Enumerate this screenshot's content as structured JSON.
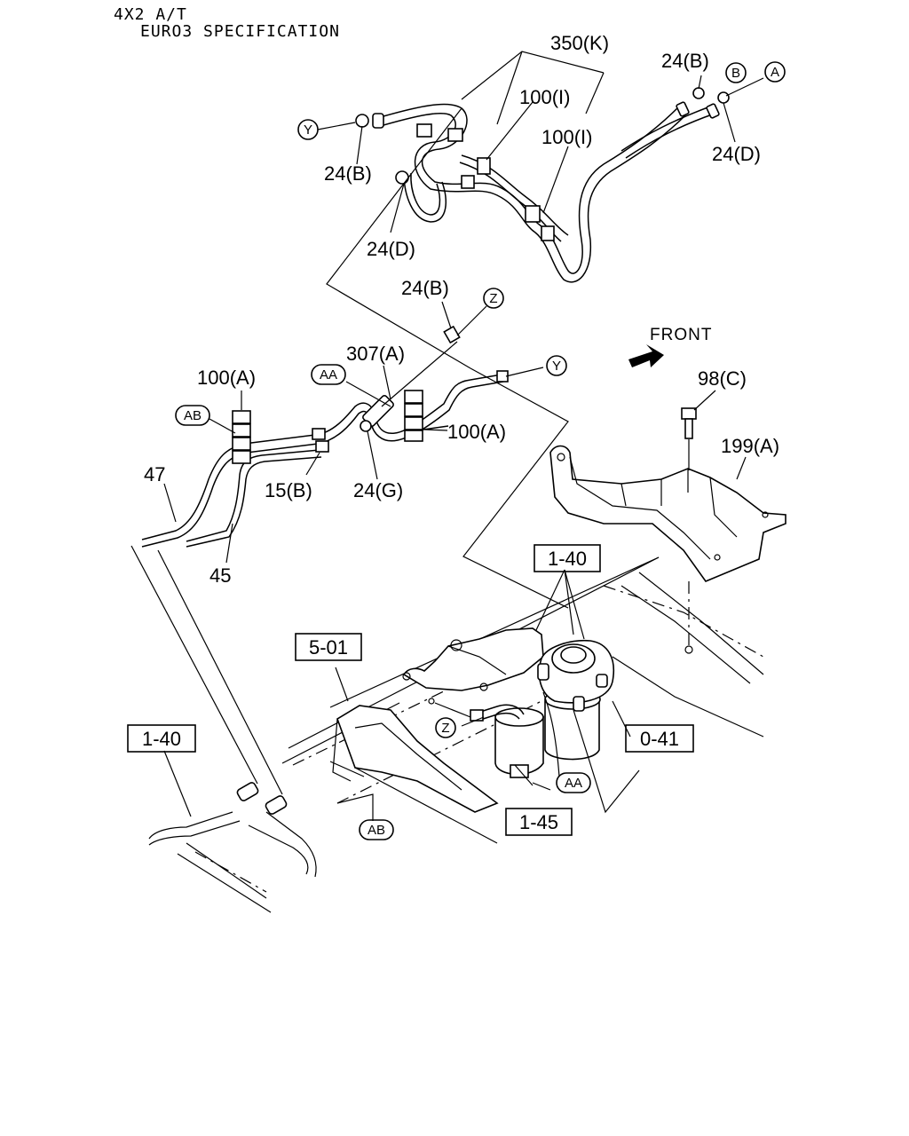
{
  "header": {
    "line1": "4X2 A/T",
    "line2": "EURO3 SPECIFICATION"
  },
  "direction": {
    "label": "FRONT"
  },
  "callouts": {
    "c350k": "350(K)",
    "c100i_a": "100(I)",
    "c100i_b": "100(I)",
    "c24b_top": "24(B)",
    "c24d_right": "24(D)",
    "c24b_left": "24(B)",
    "c24d_left": "24(D)",
    "c24b_mid": "24(B)",
    "c307a": "307(A)",
    "c100a_left": "100(A)",
    "c100a_right": "100(A)",
    "c15b": "15(B)",
    "c24g": "24(G)",
    "c47": "47",
    "c45": "45",
    "c98c": "98(C)",
    "c199a": "199(A)"
  },
  "ref_boxes": {
    "r140_top": "1-40",
    "r501": "5-01",
    "r140_left": "1-40",
    "r041": "0-41",
    "r145": "1-45"
  },
  "circle_tags": {
    "y_top": "Y",
    "b_top": "B",
    "a_top": "A",
    "z_mid": "Z",
    "y_mid": "Y",
    "aa_mid": "AA",
    "ab_mid": "AB",
    "z_low": "Z",
    "aa_low": "AA",
    "ab_low": "AB"
  }
}
